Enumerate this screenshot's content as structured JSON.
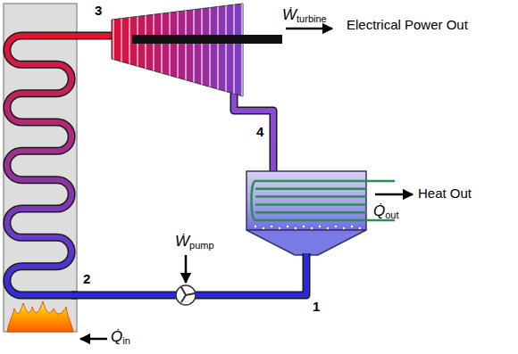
{
  "diagram": {
    "labels": [
      "3",
      "Ẇturbine",
      "Electrical Power Out",
      "4",
      "Heat Out",
      "Q̇out",
      "Ẇpump",
      "2",
      "1",
      "Q̇in"
    ]
  }
}
